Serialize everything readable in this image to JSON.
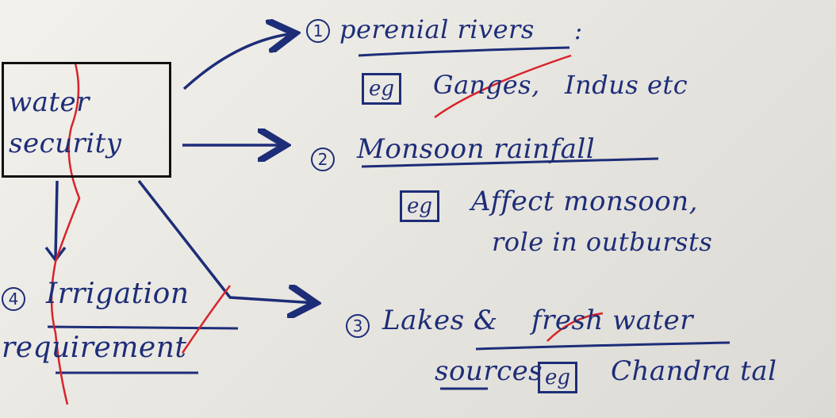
{
  "center": {
    "line1": "water",
    "line2": "security"
  },
  "items": [
    {
      "number": "1",
      "title": "perenial rivers",
      "suffix": ":",
      "example_tag": "eg",
      "example_1": "Ganges,",
      "example_2": "Indus etc"
    },
    {
      "number": "2",
      "title": "Monsoon rainfall",
      "example_tag": "eg",
      "example_1": "Affect monsoon,",
      "example_2": "role in outbursts"
    },
    {
      "number": "3",
      "title_part1": "Lakes &",
      "title_part2": "fresh water",
      "title_line2": "sources",
      "example_tag": "eg",
      "example_1": "Chandra tal"
    },
    {
      "number": "4",
      "title_line1": "Irrigation",
      "title_line2": "requirement"
    }
  ],
  "colors": {
    "ink": "#1d2d78",
    "correction": "#d8232a",
    "box": "#111111"
  }
}
